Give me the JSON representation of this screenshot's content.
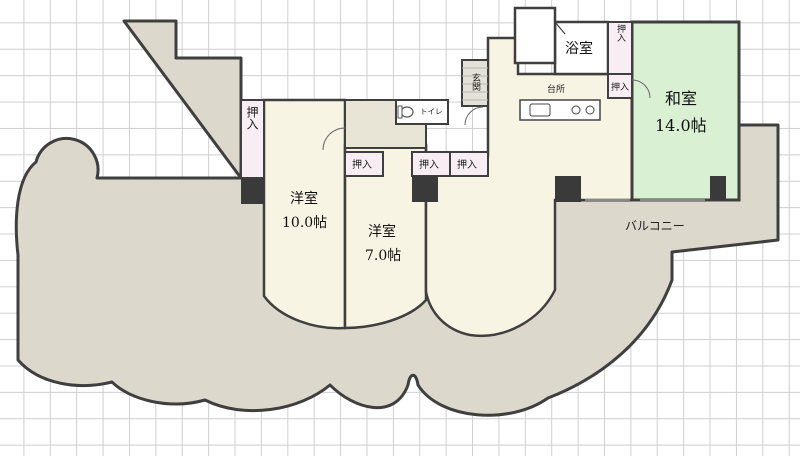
{
  "rooms": {
    "western_a": {
      "name": "洋室",
      "size": "10.0帖"
    },
    "western_b": {
      "name": "洋室",
      "size": "7.0帖"
    },
    "japanese": {
      "name": "和室",
      "size": "14.0帖"
    },
    "bath": {
      "name": "浴室"
    },
    "kitchen": {
      "name": "台所"
    },
    "toilet": {
      "name": "トイレ"
    },
    "entrance": {
      "name": "玄関"
    },
    "balcony": {
      "name": "バルコニー"
    }
  },
  "closets": {
    "left": "押入",
    "western_b": "押入",
    "center_a": "押入",
    "center_b": "押入",
    "bath_side": "押入",
    "japanese_side": "押入"
  },
  "colors": {
    "balcony": "#ddd8cc",
    "room": "#f8f4e3",
    "closet": "#f7edf3",
    "japanese": "#d9f0d2",
    "wall": "#3f3f3f",
    "pillar": "#3a3a3a",
    "bath": "#ffffff"
  }
}
